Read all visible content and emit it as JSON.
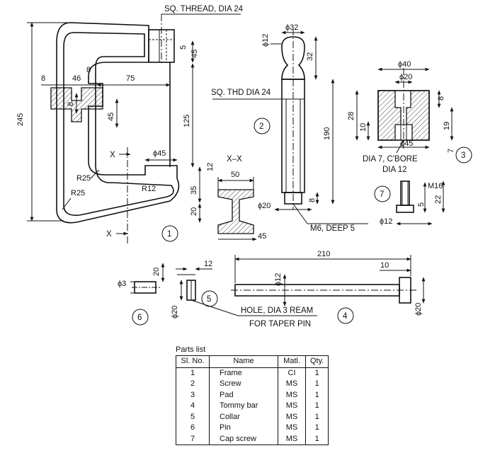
{
  "callouts": {
    "sq_thread": "SQ. THREAD, DIA 24",
    "sq_thd": "SQ. THD DIA 24",
    "m6": "M6, DEEP 5",
    "dia7": "DIA 7, C'BORE",
    "dia12": "DIA 12",
    "hole": "HOLE, DIA 3 REAM",
    "taper": "FOR TAPER PIN",
    "xx": "X–X",
    "x1": "X",
    "x2": "X"
  },
  "part_numbers": [
    "1",
    "2",
    "3",
    "4",
    "5",
    "6",
    "7"
  ],
  "dimensions": {
    "frame": {
      "d245": "245",
      "d8a": "8",
      "d46": "46",
      "d8b": "8",
      "d75": "75",
      "d8c": "8",
      "d45a": "45",
      "d5": "5",
      "d45b": "45",
      "d125": "125",
      "phi45": "ϕ45",
      "d12": "12",
      "r25a": "R25",
      "r25b": "R25",
      "r12": "R12",
      "d35": "35",
      "d20": "20"
    },
    "section": {
      "d50": "50",
      "d45": "45"
    },
    "screw": {
      "phi32": "ϕ32",
      "phi12": "ϕ12",
      "d32": "32",
      "d190": "190",
      "phi20": "ϕ20",
      "d8": "8"
    },
    "pad": {
      "phi40": "ϕ40",
      "phi20": "ϕ20",
      "d28": "28",
      "d10": "10",
      "d8": "8",
      "d19": "19",
      "phi45": "ϕ45",
      "d7": "7"
    },
    "capscrew": {
      "m16": "M16",
      "d5": "5",
      "d22": "22",
      "phi12": "ϕ12"
    },
    "tommy": {
      "d210": "210",
      "d10": "10",
      "phi12": "ϕ12",
      "phi20": "ϕ20"
    },
    "collar": {
      "d12": "12",
      "phi20": "ϕ20"
    },
    "pin": {
      "d20": "20",
      "phi3": "ϕ3"
    }
  },
  "parts_list": {
    "caption": "Parts list",
    "headers": [
      "Sl. No.",
      "Name",
      "Matl.",
      "Qty."
    ],
    "rows": [
      [
        "1",
        "Frame",
        "CI",
        "1"
      ],
      [
        "2",
        "Screw",
        "MS",
        "1"
      ],
      [
        "3",
        "Pad",
        "MS",
        "1"
      ],
      [
        "4",
        "Tommy bar",
        "MS",
        "1"
      ],
      [
        "5",
        "Collar",
        "MS",
        "1"
      ],
      [
        "6",
        "Pin",
        "MS",
        "1"
      ],
      [
        "7",
        "Cap screw",
        "MS",
        "1"
      ]
    ]
  }
}
